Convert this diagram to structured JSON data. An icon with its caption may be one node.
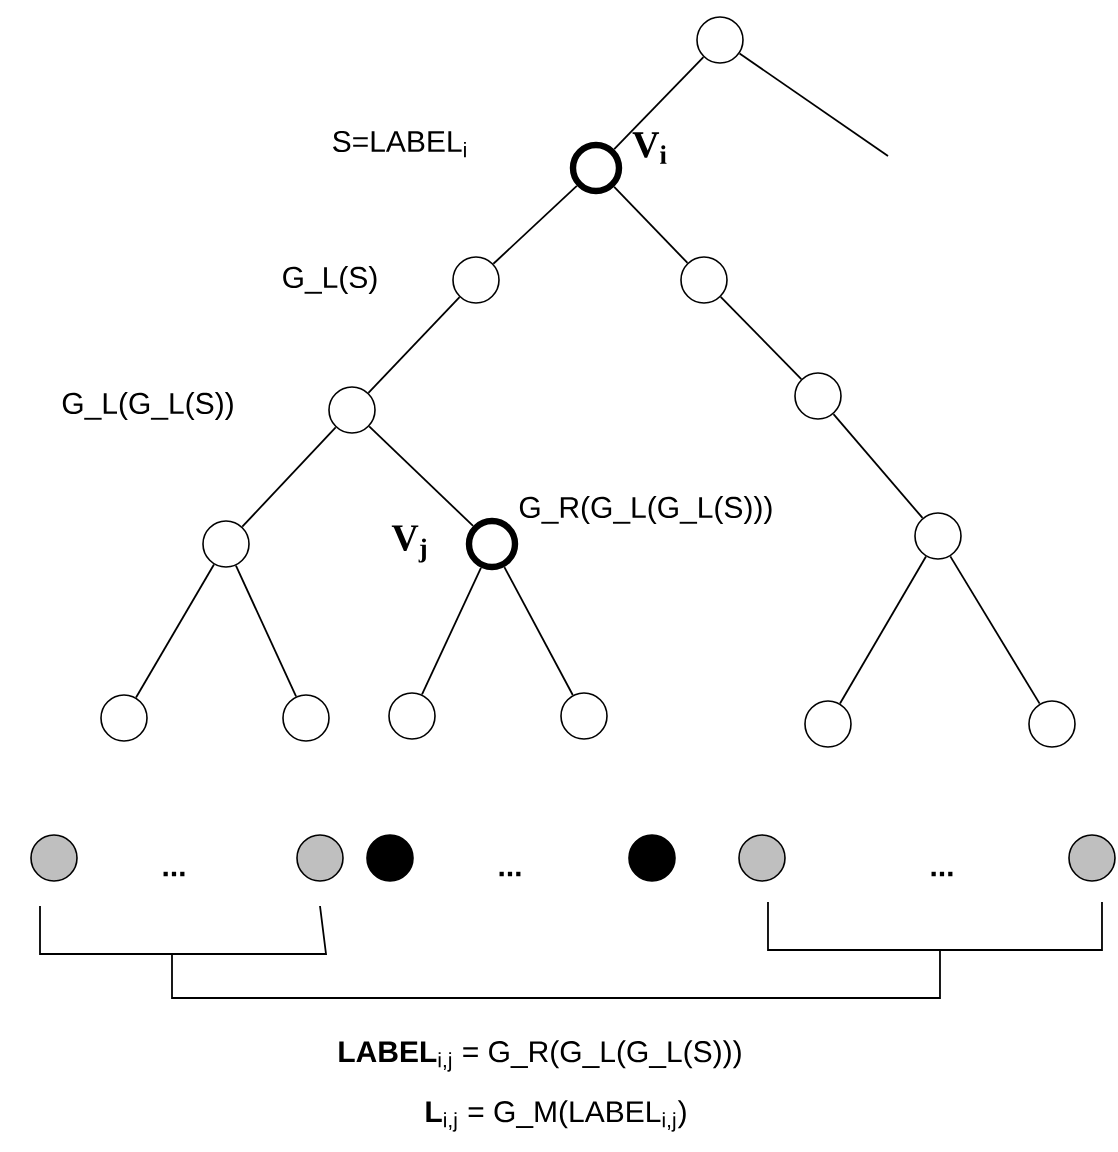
{
  "diagram": {
    "nodes": [
      {
        "text": [],
        "shape": "circle"
      },
      {
        "text": [],
        "shape": "circle",
        "beside": [
          "S=LABEL$_{i}$",
          "V$_{i}$"
        ]
      },
      {
        "text": [],
        "shape": "circle",
        "beside": [
          "G_L(S)"
        ]
      },
      {
        "text": [],
        "shape": "circle"
      },
      {
        "text": [],
        "shape": "circle",
        "beside": [
          "G_L(G_L(S))"
        ]
      },
      {
        "text": [],
        "shape": "circle"
      },
      {
        "text": [],
        "shape": "circle"
      },
      {
        "text": [],
        "shape": "circle",
        "beside": [
          "V$_{j}$",
          "G_R(G_L(G_L(S)))"
        ]
      },
      {
        "text": [],
        "shape": "circle"
      },
      {
        "text": [],
        "shape": "circle"
      },
      {
        "text": [],
        "shape": "circle"
      },
      {
        "text": [],
        "shape": "circle"
      },
      {
        "text": [],
        "shape": "circle"
      },
      {
        "text": [],
        "shape": "circle"
      },
      {
        "text": [],
        "shape": "circle"
      },
      {
        "text": [],
        "shape": "circle"
      },
      {
        "text": [],
        "shape": "circle"
      },
      {
        "text": [],
        "shape": "circle"
      },
      {
        "text": [],
        "shape": "circle"
      },
      {
        "text": [],
        "shape": "circle"
      },
      {
        "text": [],
        "shape": "circle"
      }
    ],
    "edges": [
      {
        "from": 0,
        "to": null,
        "arrow": "none"
      },
      {
        "from": 0,
        "to": 1,
        "arrow": "none"
      },
      {
        "from": 1,
        "to": 2,
        "arrow": "none"
      },
      {
        "from": 1,
        "to": 3,
        "arrow": "none"
      },
      {
        "from": 2,
        "to": 4,
        "arrow": "none"
      },
      {
        "from": 3,
        "to": 5,
        "arrow": "none"
      },
      {
        "from": 4,
        "to": 6,
        "arrow": "none"
      },
      {
        "from": 4,
        "to": 7,
        "arrow": "none"
      },
      {
        "from": 5,
        "to": 8,
        "arrow": "none"
      },
      {
        "from": 6,
        "to": 9,
        "arrow": "none"
      },
      {
        "from": 6,
        "to": 10,
        "arrow": "none"
      },
      {
        "from": 7,
        "to": 11,
        "arrow": "none"
      },
      {
        "from": 7,
        "to": 12,
        "arrow": "none"
      },
      {
        "from": 8,
        "to": 13,
        "arrow": "none"
      },
      {
        "from": 8,
        "to": 14,
        "arrow": "none"
      }
    ],
    "labels": [
      "...",
      "...",
      "...",
      "**LABEL**$_{i,j}$ = G_R(G_L(G_L(S)))",
      "**L**$_{i,j}$ = G_M(LABEL$_{i,j}$)"
    ]
  }
}
